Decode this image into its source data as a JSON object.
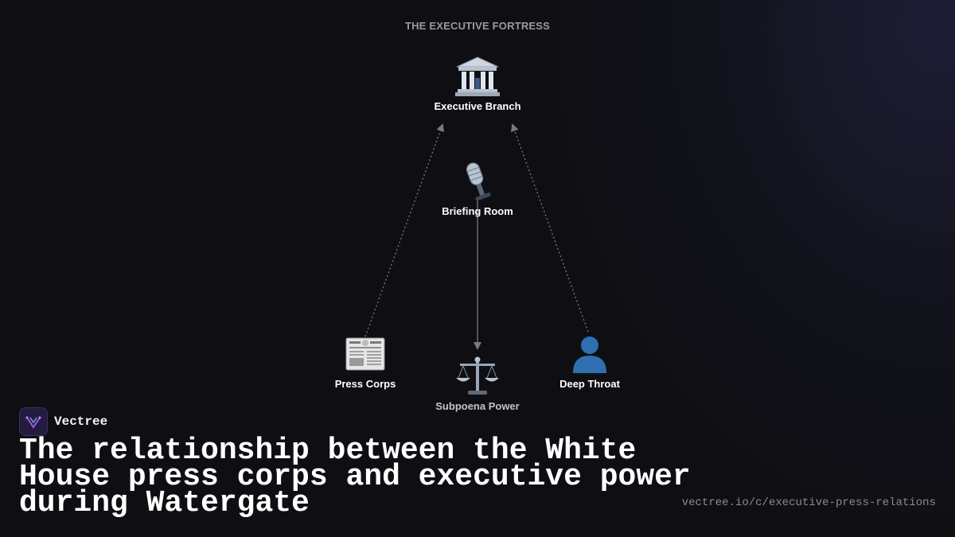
{
  "diagram": {
    "heading": "THE EXECUTIVE FORTRESS",
    "nodes": {
      "executive": {
        "label": "Executive Branch",
        "icon": "classical-building-icon"
      },
      "briefing": {
        "label": "Briefing Room",
        "icon": "microphone-icon"
      },
      "press": {
        "label": "Press Corps",
        "icon": "newspaper-icon"
      },
      "subpoena": {
        "label": "Subpoena Power",
        "icon": "balance-scale-icon"
      },
      "deep_throat": {
        "label": "Deep Throat",
        "icon": "person-silhouette-icon"
      }
    },
    "edges": [
      {
        "from": "Press Corps",
        "to": "Executive Branch",
        "style": "dotted"
      },
      {
        "from": "Deep Throat",
        "to": "Executive Branch",
        "style": "dotted"
      },
      {
        "from": "Briefing Room",
        "to": "Subpoena Power",
        "style": "solid"
      }
    ]
  },
  "brand": {
    "name": "Vectree",
    "logo_icon": "vectree-logo-icon"
  },
  "title": "The relationship between the White House press corps and executive power during Watergate",
  "url": "vectree.io/c/executive-press-relations",
  "colors": {
    "background": "#0f0f13",
    "edge": "#8a8a8a",
    "accent": "#a05ad8"
  }
}
